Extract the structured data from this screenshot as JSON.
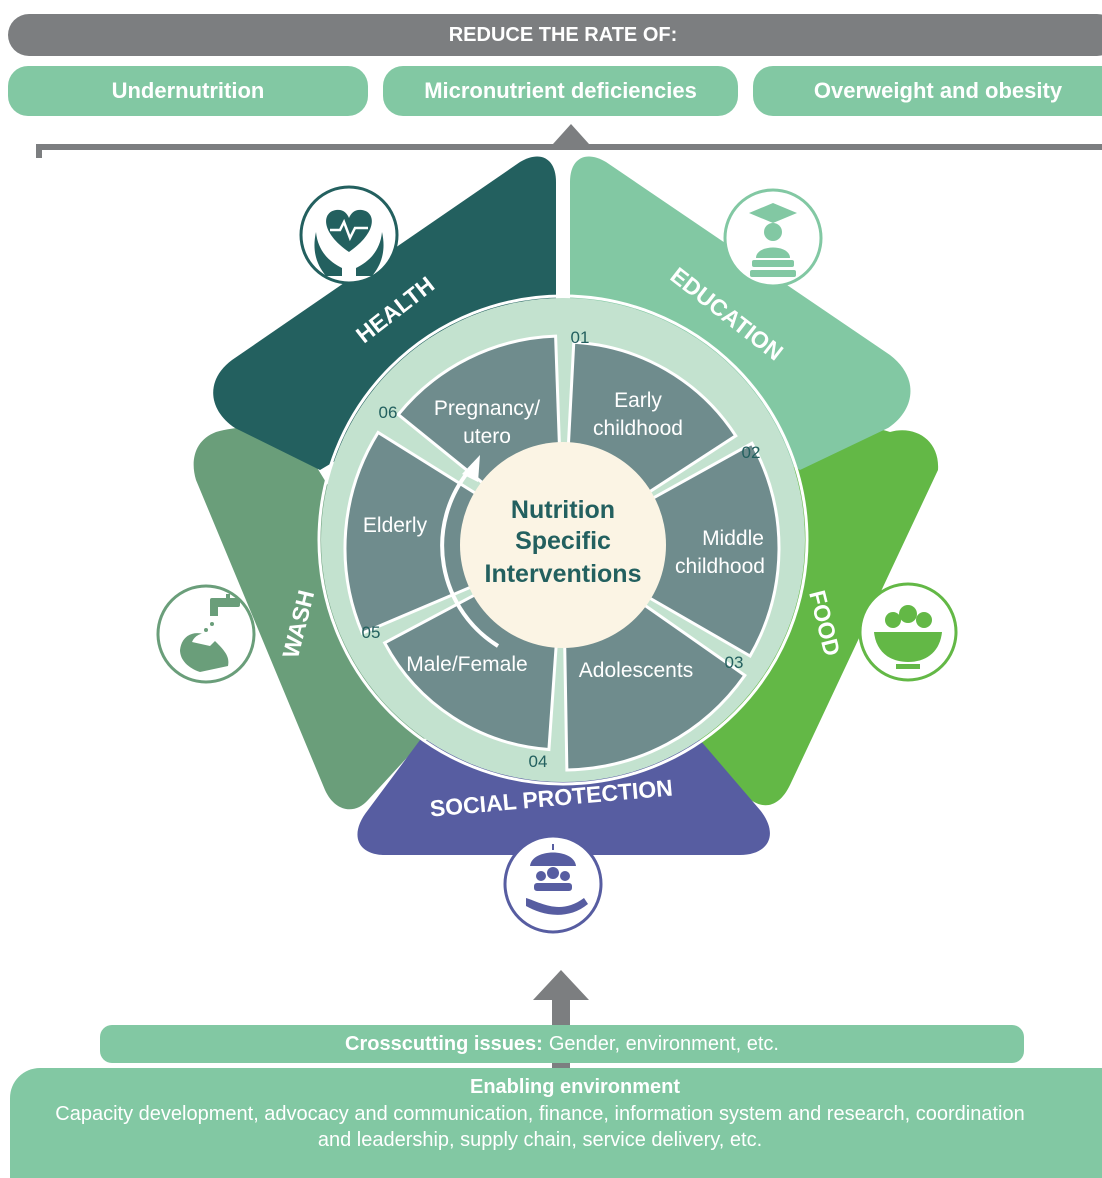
{
  "header": {
    "title": "REDUCE THE RATE OF:",
    "goals": [
      "Undernutrition",
      "Micronutrient deficiencies",
      "Overweight and obesity"
    ]
  },
  "sectors": {
    "health": "HEALTH",
    "education": "EDUCATION",
    "food": "FOOD",
    "social_protection": "SOCIAL PROTECTION",
    "wash": "WASH"
  },
  "center": {
    "line1": "Nutrition",
    "line2": "Specific",
    "line3": "Interventions"
  },
  "stages": [
    {
      "num": "01",
      "line1": "Pregnancy/",
      "line2": "utero"
    },
    {
      "num": "02",
      "line1": "Early",
      "line2": "childhood"
    },
    {
      "num": "03",
      "line1": "Middle",
      "line2": "childhood"
    },
    {
      "num": "04",
      "line1": "Adolescents",
      "line2": ""
    },
    {
      "num": "05",
      "line1": "Male/Female",
      "line2": ""
    },
    {
      "num": "06",
      "line1": "Elderly",
      "line2": ""
    }
  ],
  "crosscutting": {
    "label": "Crosscutting issues:",
    "text": "Gender, environment, etc."
  },
  "enabling": {
    "title": "Enabling environment",
    "description": "Capacity development, advocacy and communication, finance, information system and research, coordination and leadership, supply chain, service delivery, etc."
  },
  "colors": {
    "health": "#23605f",
    "education": "#82c8a3",
    "food": "#63b846",
    "social_protection": "#575da1",
    "wash": "#6a9e7a",
    "ring": "#c3e2cf",
    "segment": "#6f8c8d",
    "center": "#fbf4e4",
    "header": "#7c7e80"
  },
  "icons": [
    "heart-hands-icon",
    "graduate-books-icon",
    "food-bowl-icon",
    "umbrella-people-icon",
    "hand-washing-icon"
  ]
}
